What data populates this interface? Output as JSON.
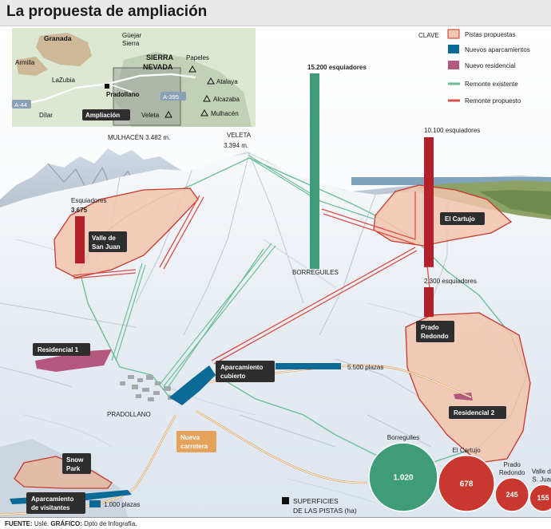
{
  "title": "La propuesta de ampliación",
  "inset_map": {
    "places": [
      "Granada",
      "Güejar",
      "Sierra",
      "Armilla",
      "LaZubia",
      "Dílar",
      "Pradollano",
      "Papeles",
      "Atalaya",
      "Alcazaba",
      "Mulhacén",
      "Veleta"
    ],
    "region": [
      "SIERRA",
      "NEVADA"
    ],
    "roads": [
      "A-44",
      "A-395"
    ],
    "zoom_label": "Ampliación"
  },
  "legend": {
    "title": "CLAVE",
    "items": [
      {
        "label": "Pistas propuestas",
        "color": "#f2c4ad"
      },
      {
        "label": "Nuevos aparcamientos",
        "color": "#0b6a96"
      },
      {
        "label": "Nuevo residencial",
        "color": "#b5587d"
      },
      {
        "label": "Remonte existente",
        "color": "#6cbf98"
      },
      {
        "label": "Remonte propuesto",
        "color": "#d8504a"
      }
    ]
  },
  "peaks": [
    {
      "name": "MULHACÉN 3.482 m."
    },
    {
      "name": "VELETA",
      "alt": "3.394 m."
    }
  ],
  "skiers": [
    {
      "area": "Borreguiles",
      "value": 15200,
      "label": "15.200 esquiadores",
      "color": "#3f9c78"
    },
    {
      "area": "El Cartujo",
      "value": 10100,
      "label": "10.100 esquiadores",
      "color": "#b51f2a"
    },
    {
      "area": "Prado Redondo",
      "value": 2300,
      "label": "2.300 esquiadores",
      "color": "#b51f2a"
    },
    {
      "area": "Valle de San Juan",
      "value": 3675,
      "label_top": "Esquiadores",
      "label_val": "3.675",
      "color": "#b51f2a"
    }
  ],
  "zone_labels": {
    "valle": [
      "Valle de",
      "San Juan"
    ],
    "cartujo": "El Cartujo",
    "prado": [
      "Prado",
      "Redondo"
    ],
    "borreguiles": "BORREGUILES",
    "res1": "Residencial 1",
    "res2": "Residencial 2",
    "parking_cov": [
      "Aparcamiento",
      "cubierto"
    ],
    "parking_cov_plazas": "5.500 plazas",
    "pradollano": "PRADOLLANO",
    "road": [
      "Nueva",
      "carretera"
    ],
    "snow_park": [
      "Snow",
      "Park"
    ],
    "parking_vis": [
      "Aparcamiento",
      "de visitantes"
    ],
    "parking_vis_plazas": "1.000 plazas"
  },
  "surfaces": {
    "title": [
      "SUPERFICIES",
      "DE LAS PISTAS (ha)"
    ],
    "items": [
      {
        "name": "Borreguiles",
        "name_lines": [
          "Borreguiles"
        ],
        "value": 1020,
        "display": "1.020",
        "color": "#3f9c78"
      },
      {
        "name": "El Cartujo",
        "name_lines": [
          "El Cartujo"
        ],
        "value": 678,
        "display": "678",
        "color": "#c8382e"
      },
      {
        "name": "Prado Redondo",
        "name_lines": [
          "Prado",
          "Redondo"
        ],
        "value": 245,
        "display": "245",
        "color": "#c8382e"
      },
      {
        "name": "Valle de S. Juan",
        "name_lines": [
          "Valle de",
          "S. Juan"
        ],
        "value": 155,
        "display": "155",
        "color": "#c8382e"
      }
    ]
  },
  "footer": {
    "source_label": "FUENTE:",
    "source": "Uslé.",
    "graphic_label": "GRÁFICO:",
    "graphic": "Dpto de Infografía."
  }
}
